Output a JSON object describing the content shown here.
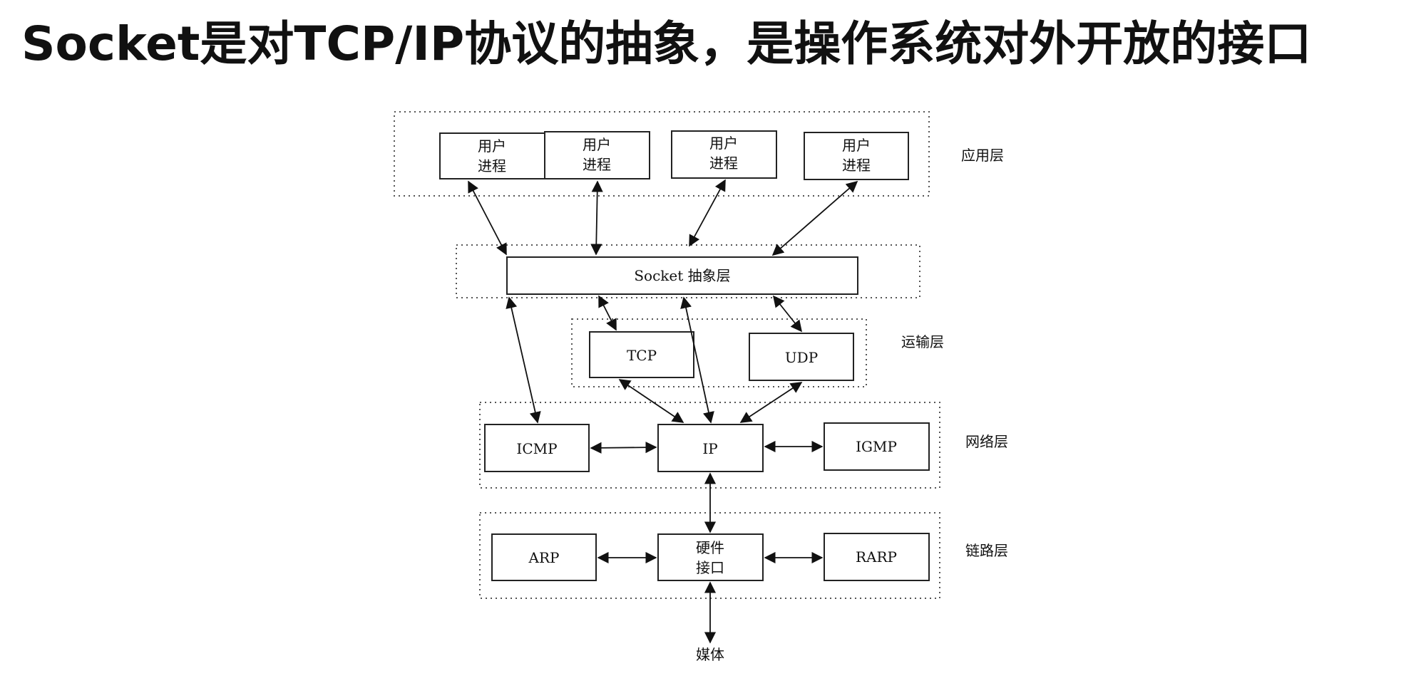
{
  "title": "Socket是对TCP/IP协议的抽象，是操作系统对外开放的接口",
  "diagram": {
    "layers": {
      "app": "应用层",
      "transport": "运输层",
      "network": "网络层",
      "link": "链路层"
    },
    "user_process": [
      "用户",
      "进程"
    ],
    "socket_layer": "Socket 抽象层",
    "tcp": "TCP",
    "udp": "UDP",
    "icmp": "ICMP",
    "ip": "IP",
    "igmp": "IGMP",
    "arp": "ARP",
    "hardware_interface": [
      "硬件",
      "接口"
    ],
    "rarp": "RARP",
    "media": "媒体"
  }
}
